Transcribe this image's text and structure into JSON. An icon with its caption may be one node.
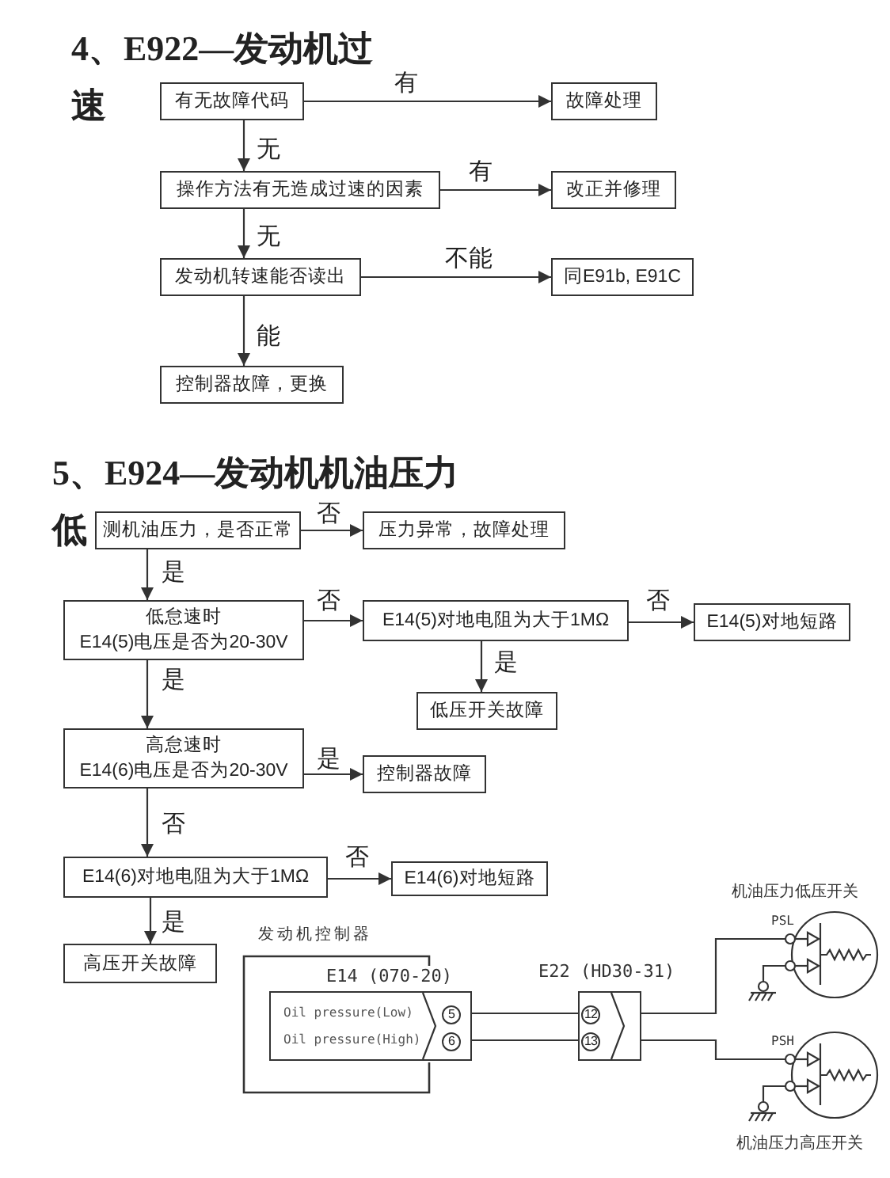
{
  "diagram": {
    "nodes": [
      {
        "text": [
          "有无故障代码"
        ]
      },
      {
        "text": [
          "故障处理"
        ]
      },
      {
        "text": [
          "操作方法有无造成过速的因素"
        ]
      },
      {
        "text": [
          "改正并修理"
        ]
      },
      {
        "text": [
          "发动机转速能否读出"
        ]
      },
      {
        "text": [
          "同E91b, E91C"
        ]
      },
      {
        "text": [
          "控制器故障，更换"
        ]
      },
      {
        "text": [
          "测机油压力，是否正常"
        ]
      },
      {
        "text": [
          "压力异常，故障处理"
        ]
      },
      {
        "text": [
          "低怠速时",
          "E14(5)电压是否为20-30V"
        ]
      },
      {
        "text": [
          "E14(5)对地电阻为大于1MΩ"
        ]
      },
      {
        "text": [
          "E14(5)对地短路"
        ]
      },
      {
        "text": [
          "低压开关故障"
        ]
      },
      {
        "text": [
          "高怠速时",
          "E14(6)电压是否为20-30V"
        ]
      },
      {
        "text": [
          "控制器故障"
        ]
      },
      {
        "text": [
          "E14(6)对地电阻为大于1MΩ"
        ]
      },
      {
        "text": [
          "E14(6)对地短路"
        ]
      },
      {
        "text": [
          "高压开关故障"
        ]
      },
      {
        "text": [],
        "shape": "box",
        "beside": [
          "发动机控制器"
        ]
      },
      {
        "text": [
          "Oil pressure(Low)",
          "Oil pressure(High)"
        ]
      },
      {
        "text": [
          "5"
        ],
        "in": 19
      },
      {
        "text": [
          "6"
        ],
        "in": 19
      },
      {
        "text": [],
        "shape": "box",
        "beside": [
          "E22 (HD30-31)"
        ]
      },
      {
        "text": [
          "12"
        ],
        "in": 22
      },
      {
        "text": [
          "13"
        ],
        "in": 22
      },
      {
        "text": [],
        "shape": "circle",
        "beside": [
          "机油压力低压开关"
        ]
      },
      {
        "text": [],
        "shape": "circle",
        "beside": [
          "机油压力高压开关"
        ]
      }
    ],
    "edges": [
      {
        "from": 0,
        "to": 1,
        "arrow": "to",
        "label": "有"
      },
      {
        "from": 0,
        "to": 2,
        "arrow": "to",
        "label": "无"
      },
      {
        "from": 2,
        "to": 3,
        "arrow": "to",
        "label": "有"
      },
      {
        "from": 2,
        "to": 4,
        "arrow": "to",
        "label": "无"
      },
      {
        "from": 4,
        "to": 5,
        "arrow": "to",
        "label": "不能"
      },
      {
        "from": 4,
        "to": 6,
        "arrow": "to",
        "label": "能"
      },
      {
        "from": 7,
        "to": 8,
        "arrow": "to",
        "label": "否"
      },
      {
        "from": 7,
        "to": 9,
        "arrow": "to",
        "label": "是"
      },
      {
        "from": 9,
        "to": 10,
        "arrow": "to",
        "label": "否"
      },
      {
        "from": 10,
        "to": 11,
        "arrow": "to",
        "label": "否"
      },
      {
        "from": 10,
        "to": 12,
        "arrow": "to",
        "label": "是"
      },
      {
        "from": 9,
        "to": 13,
        "arrow": "to",
        "label": "是"
      },
      {
        "from": 13,
        "to": 14,
        "arrow": "to",
        "label": "是"
      },
      {
        "from": 13,
        "to": 15,
        "arrow": "to",
        "label": "否"
      },
      {
        "from": 15,
        "to": 16,
        "arrow": "to",
        "label": "否"
      },
      {
        "from": 15,
        "to": 17,
        "arrow": "to",
        "label": "是"
      },
      {
        "from": 20,
        "to": 23,
        "arrow": "none"
      },
      {
        "from": 21,
        "to": 24,
        "arrow": "none"
      },
      {
        "from": 22,
        "to": 25,
        "arrow": "none"
      },
      {
        "from": 22,
        "to": 26,
        "arrow": "none"
      }
    ],
    "labels": [
      "4、E922—发动机过速",
      "5、E924—发动机机油压力低",
      "E14 (070-20)",
      "PSL",
      "PSH"
    ]
  }
}
